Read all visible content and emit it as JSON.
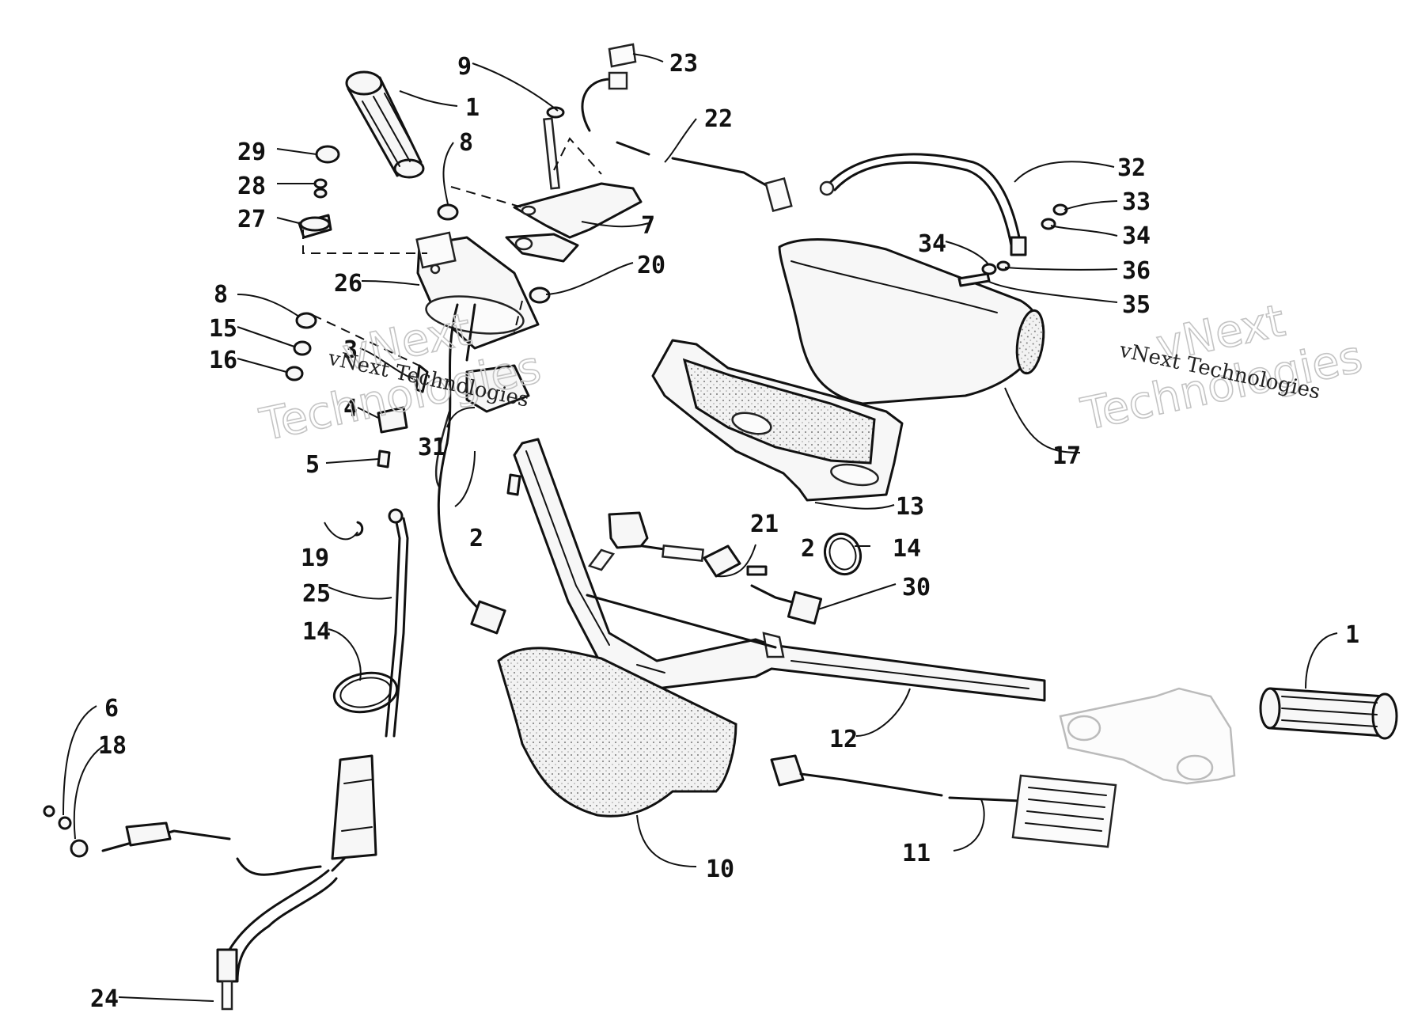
{
  "watermarks": [
    {
      "line1": "vNext",
      "line2": "Technologies",
      "caption": "vNext Technologies"
    },
    {
      "line1": "vNext",
      "line2": "Technologies",
      "caption": "vNext Technologies"
    }
  ],
  "callouts": [
    "1",
    "1",
    "2",
    "2",
    "3",
    "4",
    "5",
    "6",
    "7",
    "8",
    "8",
    "9",
    "10",
    "11",
    "12",
    "13",
    "14",
    "14",
    "15",
    "16",
    "17",
    "18",
    "19",
    "20",
    "21",
    "22",
    "23",
    "24",
    "25",
    "26",
    "27",
    "28",
    "29",
    "30",
    "31",
    "32",
    "33",
    "34",
    "34",
    "35",
    "36"
  ]
}
